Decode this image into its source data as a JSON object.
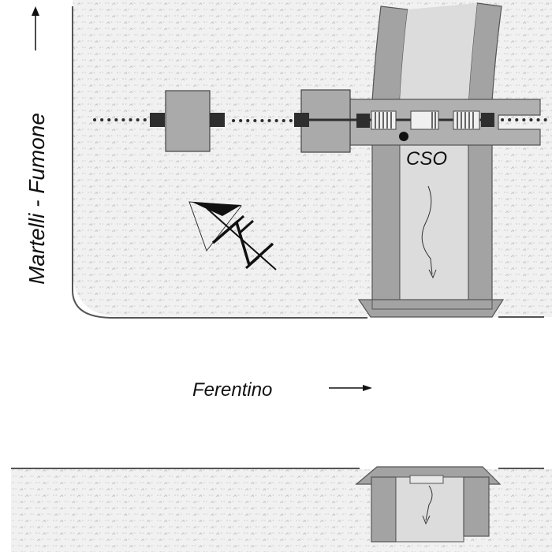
{
  "labels": {
    "vertical_road": "Martelli - Fumone",
    "horizontal_road": "Ferentino",
    "marker": "CSO"
  },
  "colors": {
    "hatch_background": "#f1f1f1",
    "hatch_pattern": "#c9c9c9",
    "structure_dark": "#9d9d9d",
    "structure_mid": "#b0b0b0",
    "structure_light": "#dcdcdc",
    "box_fill": "#aaaaaa",
    "connector": "#2e2e2e",
    "outline": "#4a4a4a",
    "text": "#111111"
  },
  "icons": {
    "north_arrow": "north-arrow-icon",
    "direction_arrow_up": "arrow-up-icon",
    "direction_arrow_right": "arrow-right-icon",
    "flow_arrow": "flow-arrow-icon"
  }
}
